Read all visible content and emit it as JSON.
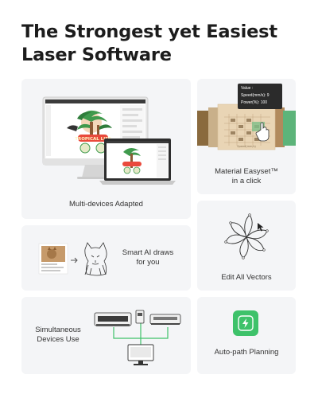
{
  "headline": {
    "line1": "The Strongest yet Easiest",
    "line2": "Laser Software"
  },
  "cards": {
    "multi_devices": {
      "label": "Multi-devices Adapted",
      "banner": "TROPICAL LIFE"
    },
    "material_easyset": {
      "label_line1": "Material Easyset™",
      "label_line2": "in a click",
      "tooltip": {
        "title": "Value :",
        "speed": "Speed(mm/s): 9",
        "power": "Power(%): 100"
      },
      "chart_caption": "Speed(mm/s)"
    },
    "smart_ai": {
      "label_line1": "Smart AI draws",
      "label_line2": "for you"
    },
    "edit_vectors": {
      "label": "Edit All Vectors"
    },
    "simultaneous": {
      "label_line1": "Simultaneous",
      "label_line2": "Devices Use"
    },
    "auto_path": {
      "label": "Auto-path Planning"
    }
  },
  "colors": {
    "accent_green": "#3ec26a",
    "card_bg": "#f4f5f7",
    "headline": "#1c1c1c"
  }
}
